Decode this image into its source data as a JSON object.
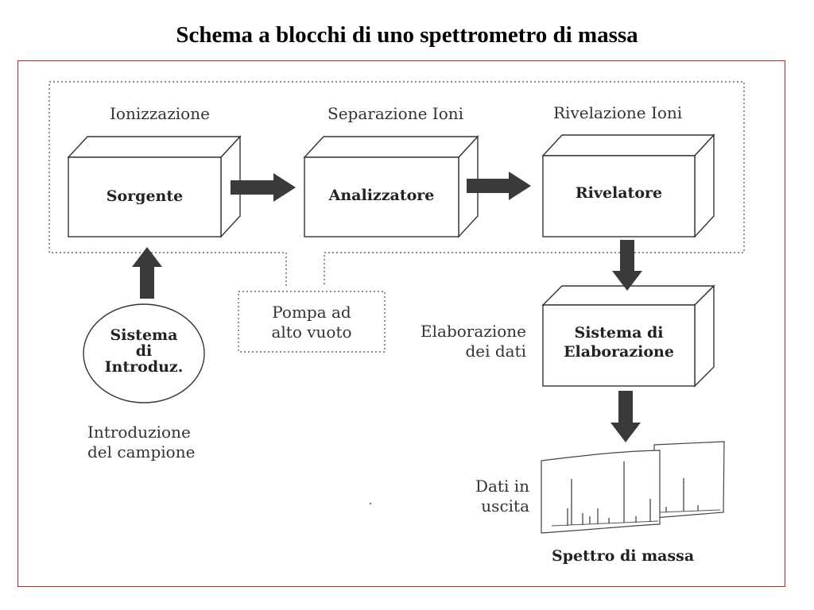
{
  "title": "Schema a blocchi di uno spettrometro di massa",
  "stages": {
    "ionizzazione": "Ionizzazione",
    "separazione": "Separazione Ioni",
    "rivelazione": "Rivelazione Ioni"
  },
  "blocks": {
    "sorgente": "Sorgente",
    "analizzatore": "Analizzatore",
    "rivelatore": "Rivelatore",
    "elaborazione_l1": "Sistema di",
    "elaborazione_l2": "Elaborazione"
  },
  "inlet": {
    "line1": "Sistema",
    "line2": "di",
    "line3": "Introduz.",
    "caption_l1": "Introduzione",
    "caption_l2": "del campione"
  },
  "pump": {
    "line1": "Pompa ad",
    "line2": "alto vuoto"
  },
  "data_processing": {
    "line1": "Elaborazione",
    "line2": "dei dati"
  },
  "output": {
    "line1": "Dati in",
    "line2": "uscita"
  },
  "spectrum_label": "Spettro di massa",
  "colors": {
    "frame": "#c0282d",
    "ink": "#333333",
    "arrow": "#3a3a3a"
  }
}
